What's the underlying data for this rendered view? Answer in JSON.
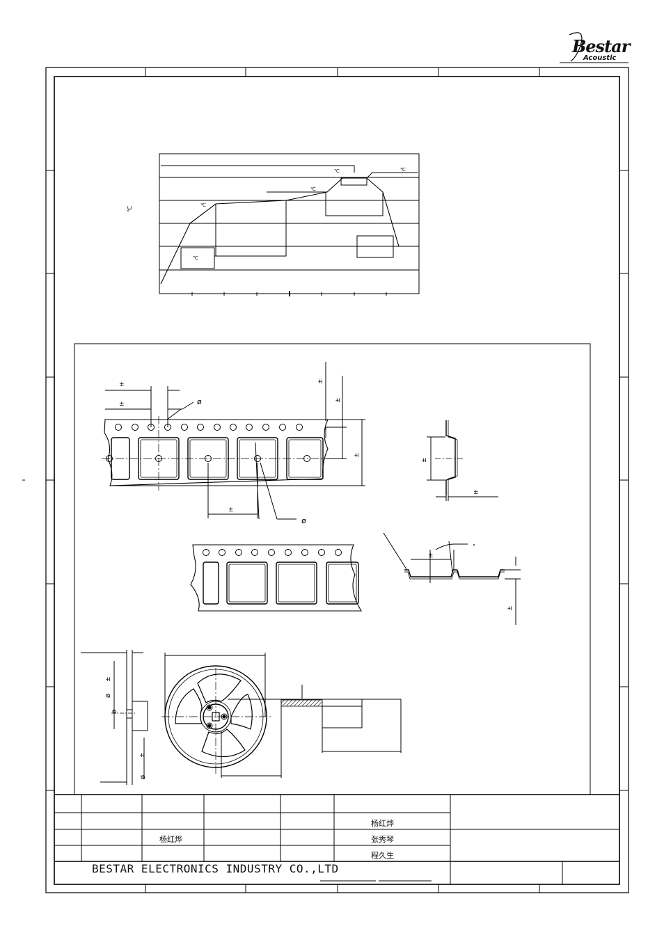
{
  "logo": {
    "brand": "Bestar",
    "sub": "Acoustic"
  },
  "title_block": {
    "company": "BESTAR ELECTRONICS INDUSTRY CO.,LTD",
    "drawn_by": "杨红烨",
    "names": [
      "杨红烨",
      "张秀琴",
      "程久生"
    ]
  },
  "profile": {
    "unit_left": "℃",
    "celsius": "℃"
  },
  "symbols": {
    "plusminus": "±",
    "diameter": "ø",
    "degree": "°"
  },
  "chart_data": {
    "type": "line",
    "title": "",
    "xlabel": "",
    "ylabel": "℃",
    "series": [
      {
        "name": "",
        "x": [
          0,
          1,
          2,
          4,
          5,
          5.5,
          6.5,
          7.2,
          7.5
        ],
        "y": [
          0,
          2.6,
          3.7,
          3.9,
          4.7,
          5.1,
          5.1,
          4.3,
          2.1
        ]
      }
    ],
    "grid": true
  }
}
